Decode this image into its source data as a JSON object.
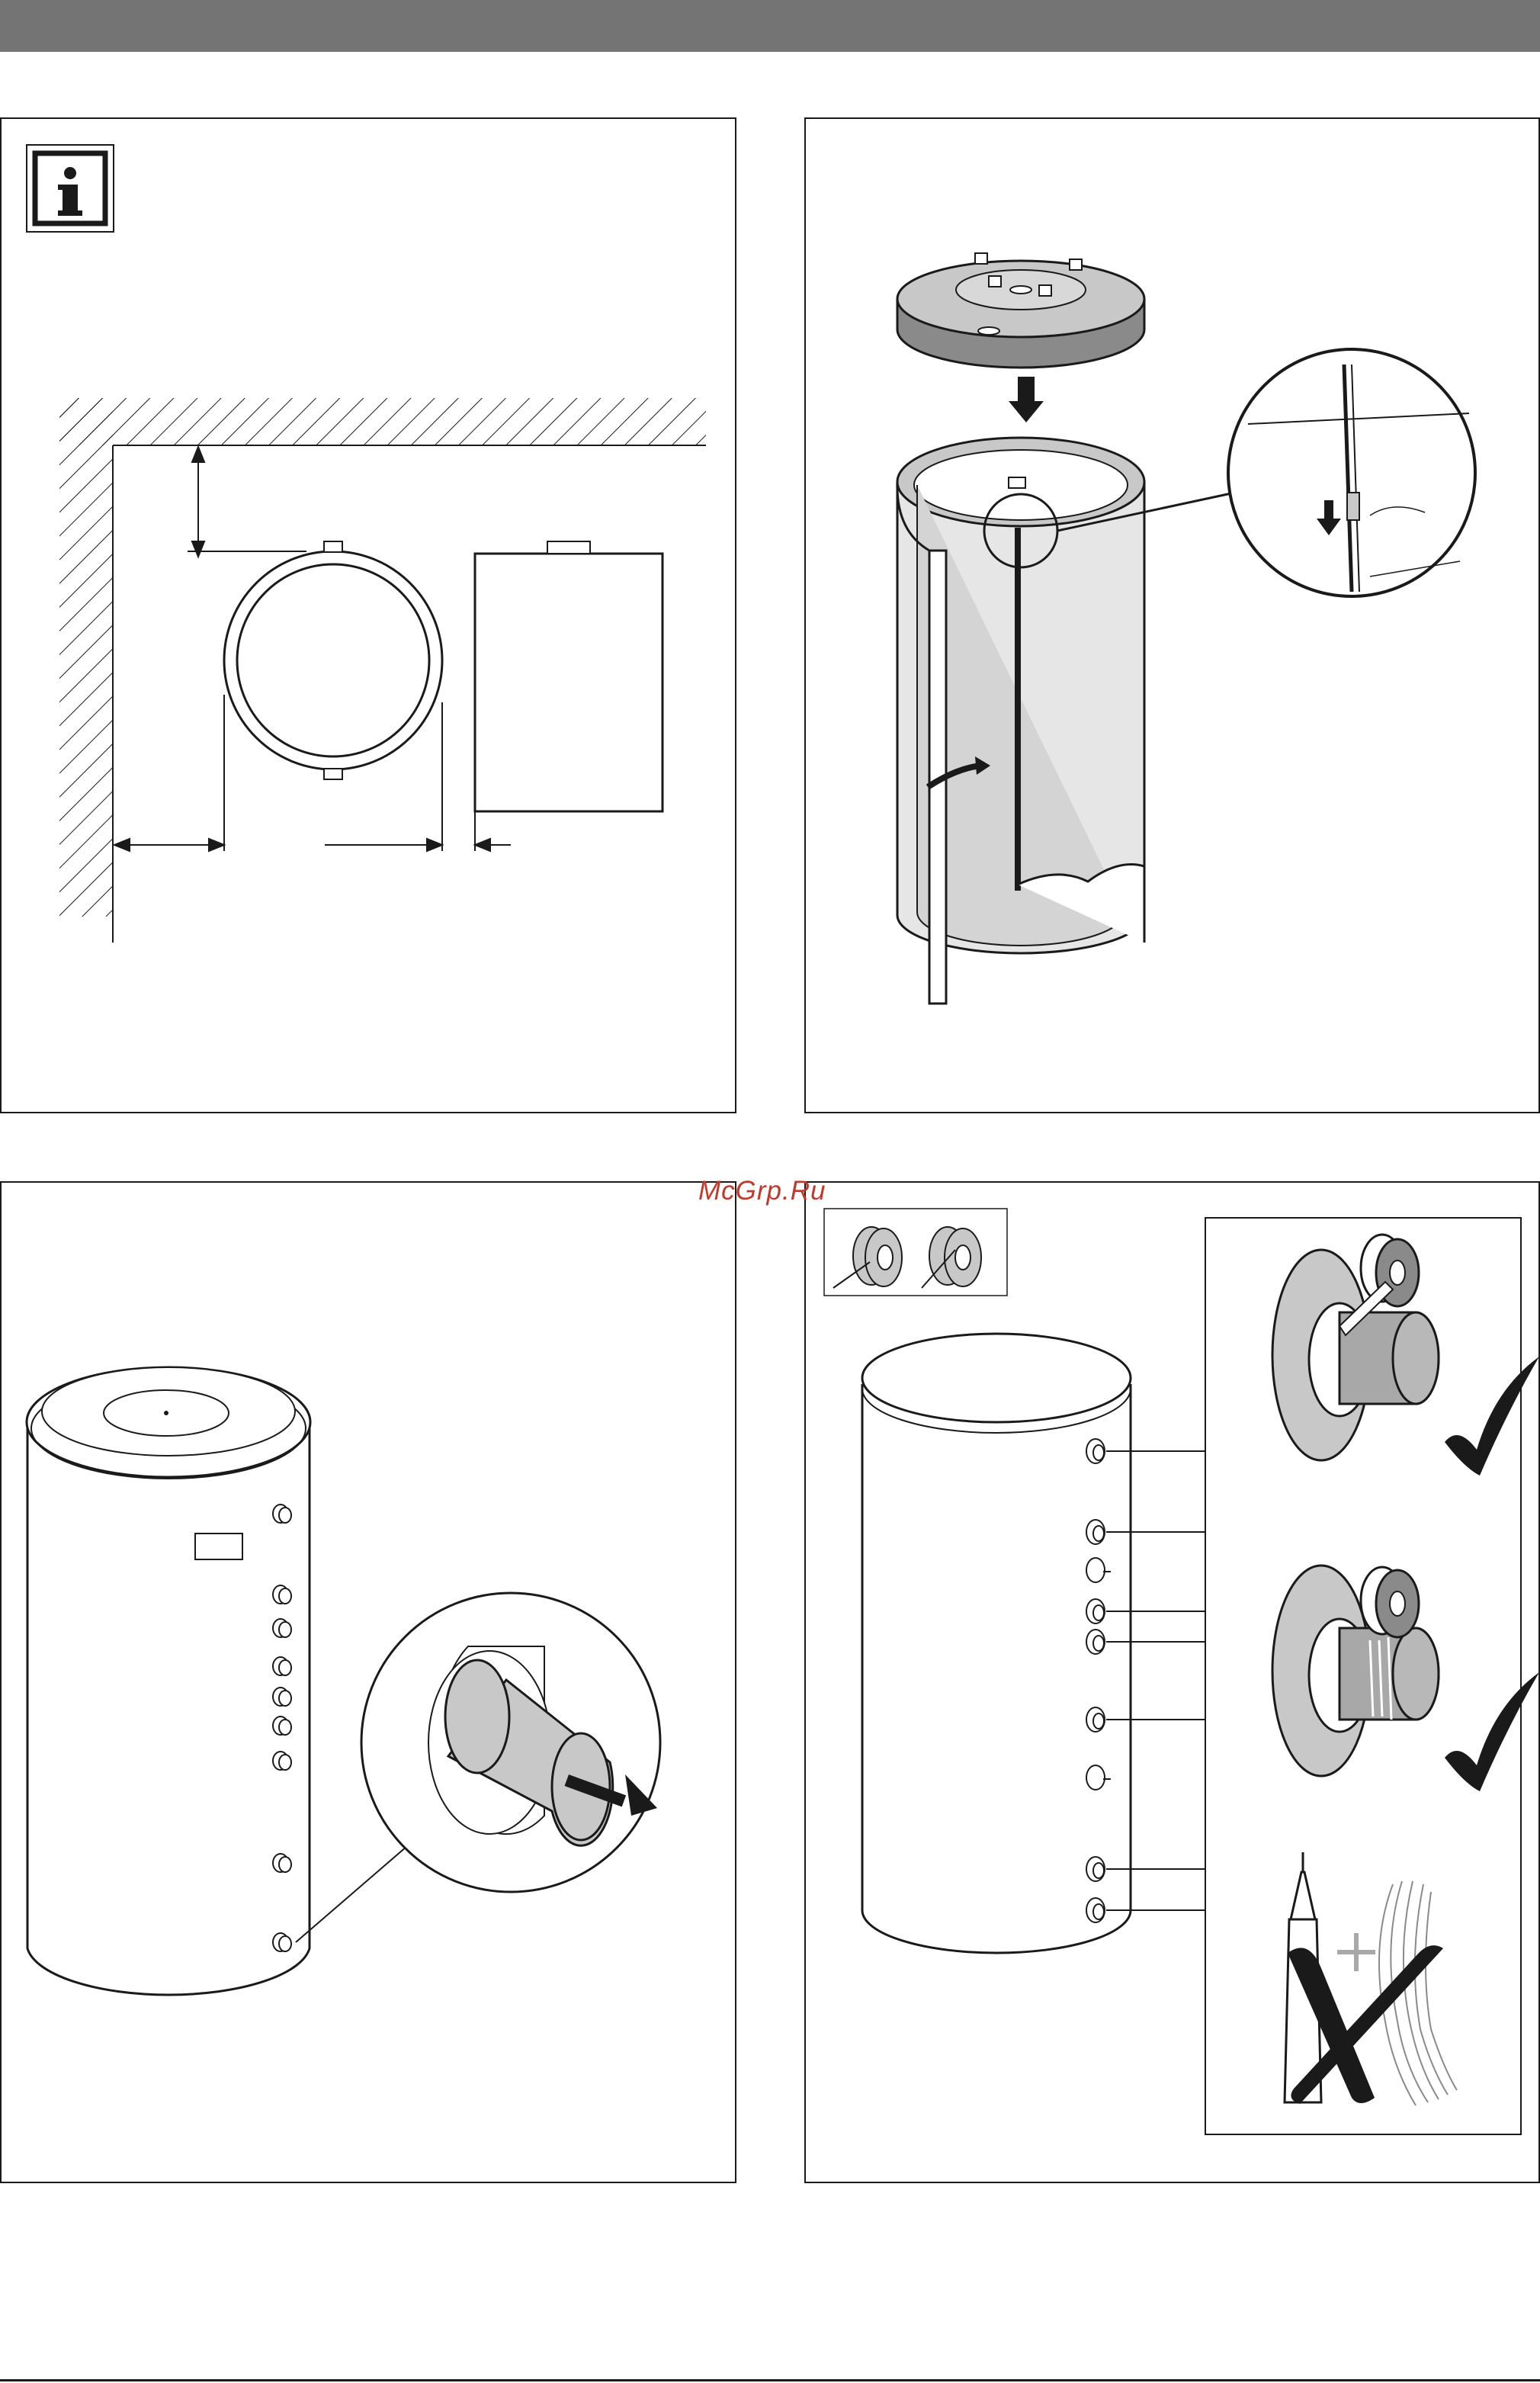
{
  "document": {
    "watermark": "McGrp.Ru",
    "colors": {
      "header_bar": "#747474",
      "line": "#1a1a1a",
      "fill_gray": "#c8c8c8",
      "dark_gray": "#8a8a8a"
    }
  },
  "figures": [
    {
      "id": "clearance-diagram",
      "icon": "info-icon"
    },
    {
      "id": "insulation-jacket-assembly",
      "icon": "zipper-detail"
    },
    {
      "id": "remove-protective-caps",
      "icon": "cap-removal-detail"
    },
    {
      "id": "seal-connections",
      "icons": [
        "check-icon",
        "check-icon",
        "cross-icon"
      ]
    }
  ]
}
